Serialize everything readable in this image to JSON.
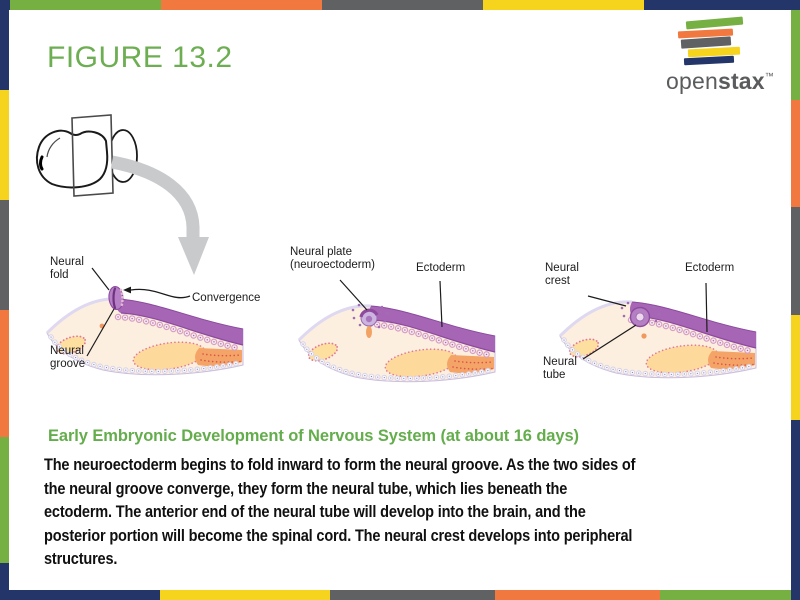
{
  "title": "FIGURE 13.2",
  "logo": {
    "name_light": "open",
    "name_bold": "stax",
    "trademark": "™",
    "bar_colors": [
      "#76b043",
      "#f1793f",
      "#5f6163",
      "#f6d31c",
      "#233569"
    ]
  },
  "border_colors": {
    "navy": "#233569",
    "yellow": "#f6d31c",
    "gray": "#5f6163",
    "orange": "#f1793f",
    "green": "#76b043"
  },
  "diagrams": [
    {
      "labels": {
        "neural_fold": "Neural\nfold",
        "convergence": "Convergence",
        "neural_groove": "Neural\ngroove"
      }
    },
    {
      "labels": {
        "neural_plate": "Neural plate\n(neuroectoderm)",
        "ectoderm": "Ectoderm"
      }
    },
    {
      "labels": {
        "neural_crest": "Neural\ncrest",
        "ectoderm": "Ectoderm",
        "neural_tube": "Neural\ntube"
      }
    }
  ],
  "caption": {
    "heading": "Early Embryonic Development of Nervous System (at about 16 days)",
    "body": "The neuroectoderm begins to fold inward to form the neural groove. As the two sides of\nthe neural groove converge, they form the neural tube, which lies beneath the\nectoderm. The anterior end of the neural tube will develop into the brain, and the\nposterior portion will become the spinal cord. The neural crest develops into peripheral\nstructures."
  }
}
